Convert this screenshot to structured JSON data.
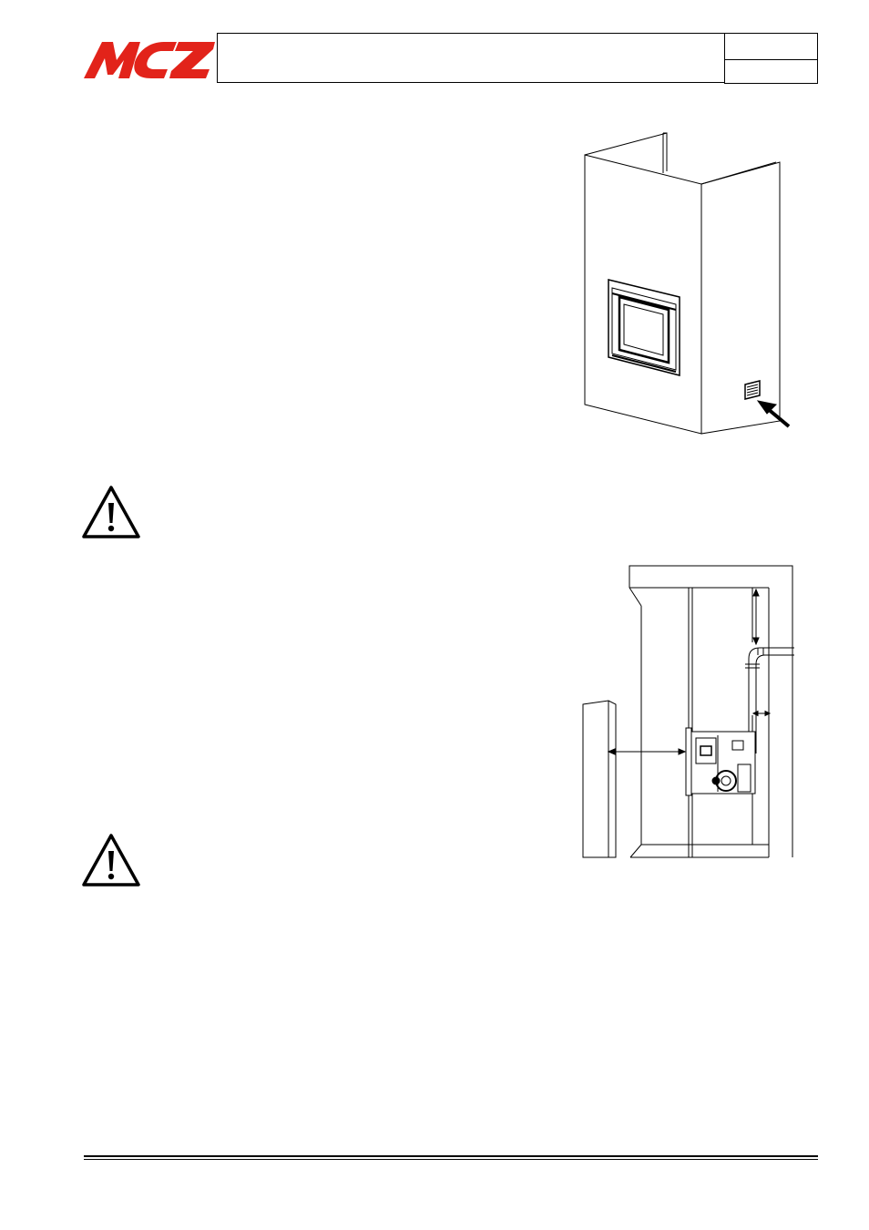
{
  "header": {
    "logo_text": "MCZ",
    "logo_color": "#e2231a",
    "title": "",
    "code": "",
    "page": ""
  },
  "figures": {
    "enclosure_icon": "fireplace-enclosure-with-air-grille",
    "section_icon": "installation-clearance-section",
    "warning_icon": "warning-triangle-icon"
  }
}
